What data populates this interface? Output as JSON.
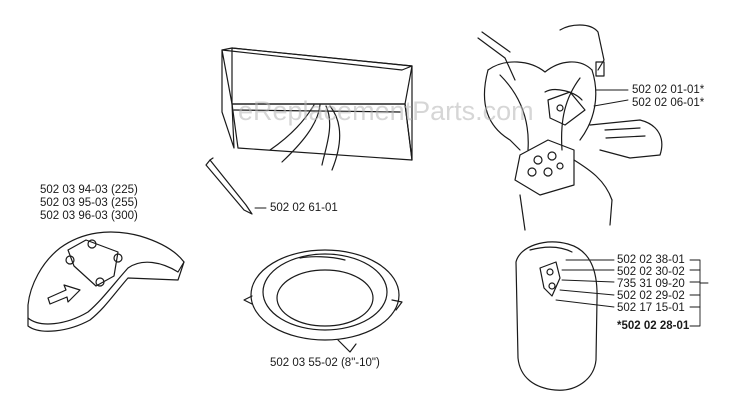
{
  "watermark": "eReplacementParts.com",
  "parts": {
    "guard_numbers": [
      "502 03 94-03 (225)",
      "502 03 95-03 (255)",
      "502 03 96-03 (300)"
    ],
    "tool_number": "502 02 61-01",
    "ring_number": "502 03 55-02 (8\"-10\")",
    "harness_numbers": [
      "502 02 01-01*",
      "502 02 06-01*"
    ],
    "pad_numbers": [
      "502 02 38-01",
      "502 02 30-02",
      "735 31 09-20",
      "502 02 29-02",
      "502 17 15-01"
    ],
    "kit_number": "*502 02 28-01"
  },
  "colors": {
    "line": "#1a1a1a",
    "watermark": "#b4b4b4"
  }
}
